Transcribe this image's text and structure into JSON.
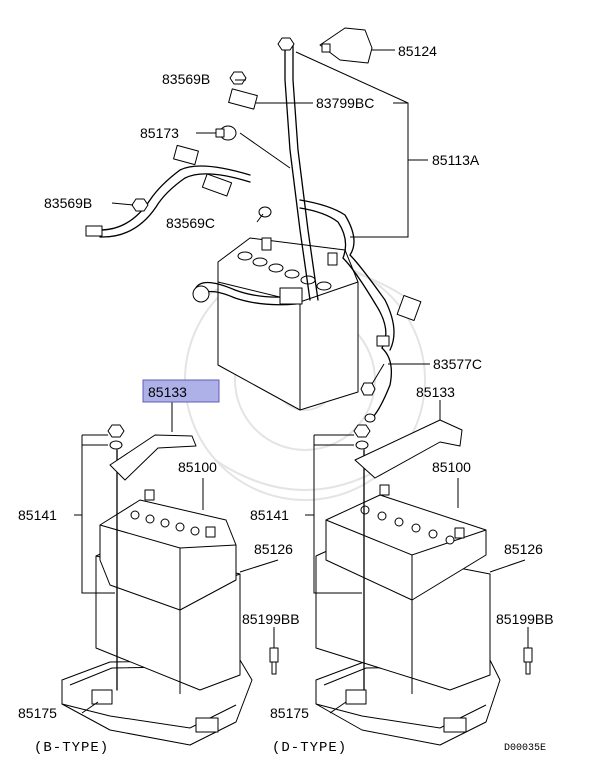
{
  "labels": {
    "p85124": "85124",
    "p83569B_top": "83569B",
    "p83799BC": "83799BC",
    "p85173": "85173",
    "p85113A": "85113A",
    "p83569B_left": "83569B",
    "p83569C": "83569C",
    "p83577C": "83577C",
    "p85133_b": "85133",
    "p85133_d": "85133",
    "p85100_b": "85100",
    "p85100_d": "85100",
    "p85141_b": "85141",
    "p85141_d": "85141",
    "p85126_b": "85126",
    "p85126_d": "85126",
    "p85199BB_b": "85199BB",
    "p85199BB_d": "85199BB",
    "p85175_b": "85175",
    "p85175_d": "85175"
  },
  "captions": {
    "b_type": "(B-TYPE)",
    "d_type": "(D-TYPE)",
    "code": "D00035E"
  },
  "highlight_color": "#aeb0e8"
}
